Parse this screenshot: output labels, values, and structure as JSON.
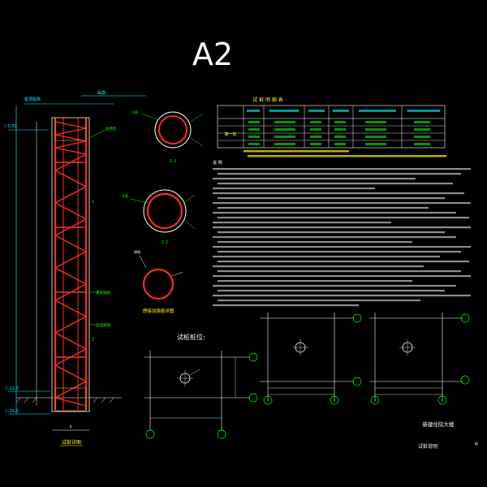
{
  "sheet": {
    "sheet_label": "A2",
    "colors": {
      "background": "#000000",
      "rebar": "#ff2a2a",
      "dimension": "#00ffff",
      "text": "#ffffff",
      "note": "#ffff00",
      "axis": "#00ff00"
    }
  },
  "elevation": {
    "title": "试桩详图"
  },
  "sections": {
    "label_1": "1-1",
    "label_2": "2-2",
    "detail_title": "焊接加强筋详图"
  },
  "table": {
    "title": "试 桩 明 细 表",
    "row_label": "第一批"
  },
  "notes": {
    "heading": "说 明"
  },
  "layout_plan": {
    "title": "试桩桩位:"
  },
  "title_block": {
    "project": "新建住院大楼",
    "drawing": "试桩说明"
  }
}
